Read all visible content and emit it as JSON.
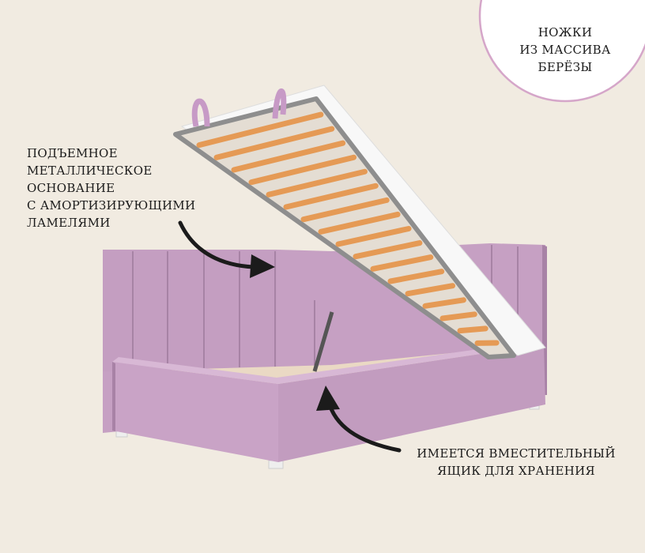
{
  "annotations": {
    "lift_mechanism": [
      "ПОДЪЕМНОЕ",
      "МЕТАЛЛИЧЕСКОЕ",
      "ОСНОВАНИЕ",
      "С АМОРТИЗИРУЮЩИМИ",
      "ЛАМЕЛЯМИ"
    ],
    "legs": [
      "НОЖКИ",
      "ИЗ МАССИВА",
      "БЕРЁЗЫ"
    ],
    "storage": [
      "ИМЕЕТСЯ ВМЕСТИТЕЛЬНЫЙ",
      "ЯЩИК ДЛЯ ХРАНЕНИЯ"
    ]
  },
  "colors": {
    "background": "#f1ebe1",
    "upholstery": "#c9a3c6",
    "upholstery_shadow": "#a882a6",
    "slats": "#e59a55",
    "frame_metal": "#9a9a9a",
    "mattress": "#f7f7f7",
    "circle_border": "#d5a6c9",
    "arrow": "#1b1b1b"
  },
  "icons": [
    "curved-arrow-icon",
    "curved-arrow-icon"
  ]
}
